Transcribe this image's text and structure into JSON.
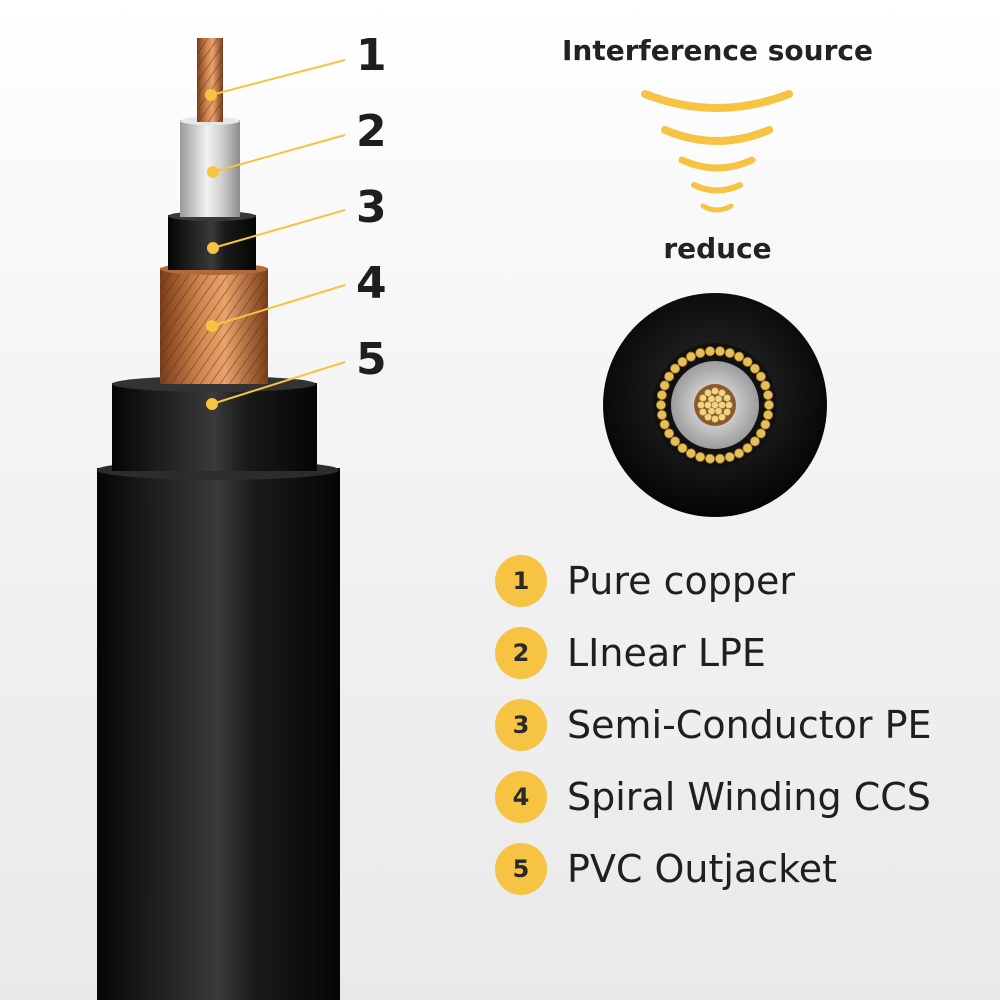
{
  "interference_label": "Interference source",
  "reduce_label": "reduce",
  "callouts": [
    "1",
    "2",
    "3",
    "4",
    "5"
  ],
  "legend": [
    {
      "number": "1",
      "label": "Pure copper"
    },
    {
      "number": "2",
      "label": "LInear LPE"
    },
    {
      "number": "3",
      "label": "Semi-Conductor PE"
    },
    {
      "number": "4",
      "label": "Spiral Winding CCS"
    },
    {
      "number": "5",
      "label": "PVC Outjacket"
    }
  ],
  "colors": {
    "accent": "#f6c342",
    "jacket": "#111111",
    "copper": "#c47a45",
    "insulation": "#d9d9d9"
  },
  "icons": [
    "interference-wave-icon",
    "cable-cross-section-icon"
  ]
}
